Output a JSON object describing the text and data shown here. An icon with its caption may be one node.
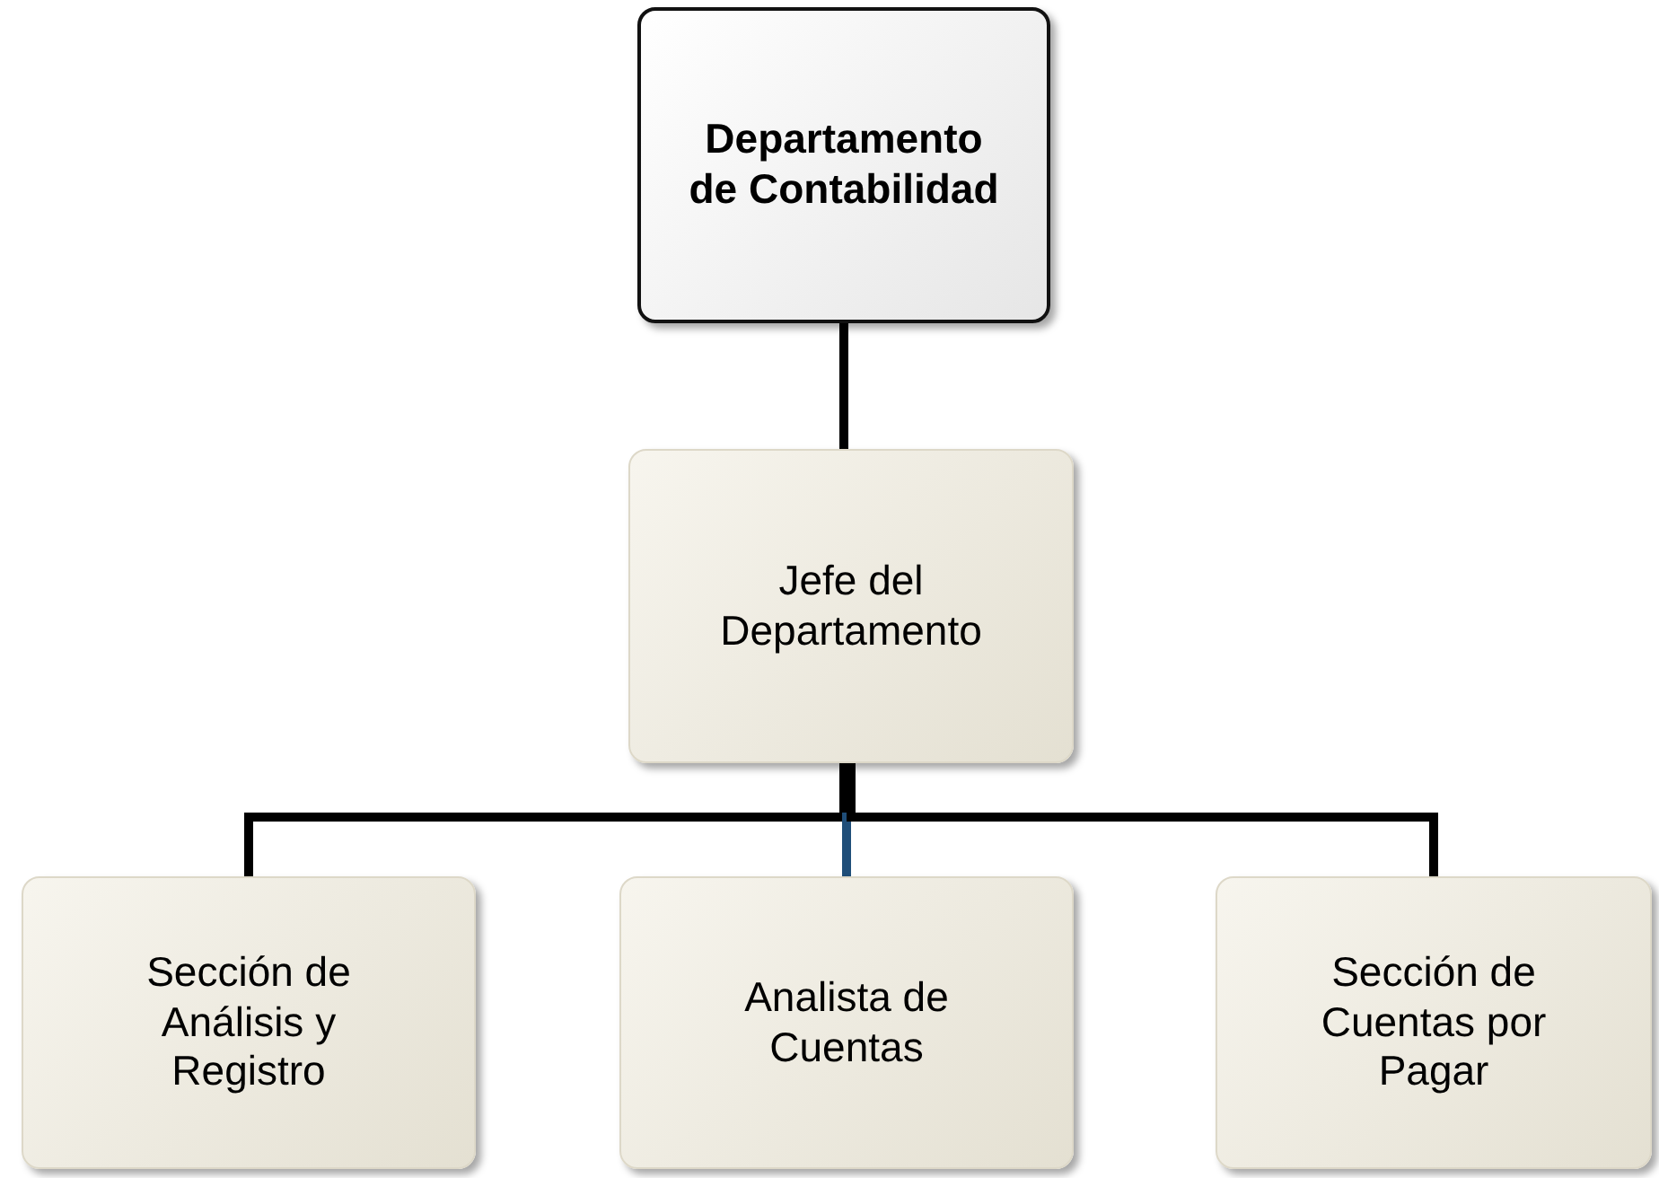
{
  "diagram": {
    "nodes": [
      {
        "text": [
          "Departamento de Contabilidad"
        ]
      },
      {
        "text": [
          "Jefe del Departamento"
        ]
      },
      {
        "text": [
          "Sección de Análisis y Registro"
        ]
      },
      {
        "text": [
          "Analista de Cuentas"
        ]
      },
      {
        "text": [
          "Sección de Cuentas por Pagar"
        ]
      }
    ],
    "edges": [
      {
        "from": 0,
        "to": 1,
        "arrow": "none"
      },
      {
        "from": 1,
        "to": 2,
        "arrow": "none"
      },
      {
        "from": 1,
        "to": 3,
        "arrow": "none",
        "color": "#1f4e79"
      },
      {
        "from": 1,
        "to": 4,
        "arrow": "none"
      }
    ]
  }
}
